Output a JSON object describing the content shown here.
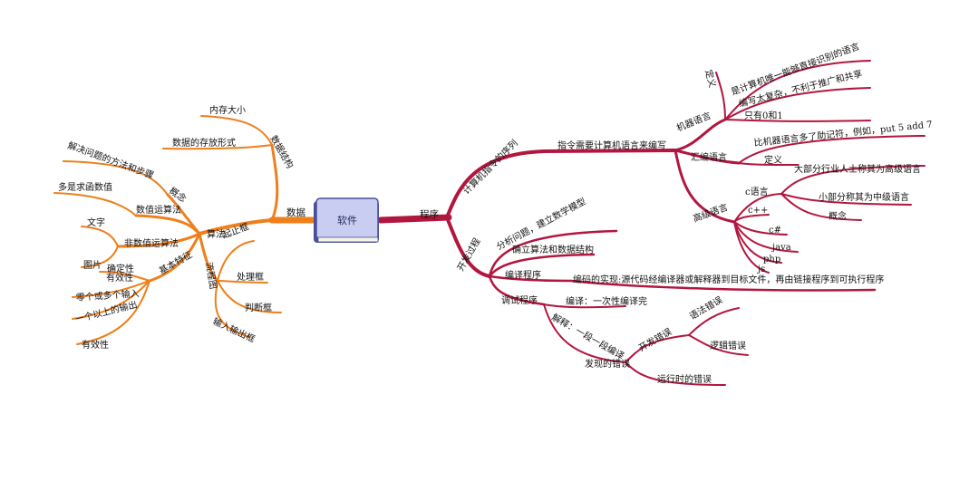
{
  "center": {
    "label": "软件"
  },
  "colors": {
    "right_branch": "#b2163f",
    "left_branch": "#ee7f1a",
    "book_cover": "#c9cdf2",
    "book_frame": "#4a4f9a"
  },
  "right": {
    "root": "程序",
    "definition": {
      "label": "计算机指令的序列",
      "sub": "指令需要计算机语言来编写",
      "machine": {
        "label": "机器语言",
        "def": "定义",
        "def_text": "是计算机唯一能够直接识别的语言",
        "drawback": "编写太复杂，不利于推广和共享",
        "only": "只有0和1"
      },
      "assembly": {
        "label": "汇编语言",
        "mnemonic": "比机器语言多了助记符，例如，put 5 add 7",
        "def": "定义"
      },
      "high": {
        "label": "高级语言",
        "c": "c语言",
        "c_a": "大部分行业人士称其为高级语言",
        "c_b": "小部分称其为中级语言",
        "concept": "概念",
        "langs": [
          "c++",
          "c#",
          "java",
          "php",
          "js"
        ]
      }
    },
    "dev": {
      "label": "开发过程",
      "analyze": "分析问题，建立数学模型",
      "algo": "确立算法和数据结构",
      "compile": "编译程序",
      "compile_text": "编码的实现:源代码经编译器或解释器到目标文件，再由链接程序到可执行程序",
      "debug": "调试程序",
      "debug_compile": "编译：一次性编译完",
      "interpret": "解释：一段一段编译",
      "found_errors": "发现的错误",
      "dev_errors": "开发错误",
      "syntax": "语法错误",
      "logic": "逻辑错误",
      "runtime": "运行时的错误"
    }
  },
  "left": {
    "data": {
      "label": "数据",
      "structure": {
        "label": "数据结构",
        "size": "内存大小",
        "form": "数据的存放形式"
      },
      "algorithm": {
        "label": "算法",
        "concept": {
          "label": "概念",
          "text": "解决问题的方法和步骤"
        },
        "numeric": {
          "label": "数值运算法",
          "text": "多是求函数值"
        },
        "non_numeric": {
          "label": "非数值运算法",
          "text_a": "文字",
          "text_b": "图片"
        },
        "features": {
          "label": "基本特征",
          "certainty": "确定性",
          "effective": "有效性",
          "inputs": "零个或多个输入",
          "outputs": "一个以上的输出",
          "validity": "有效性"
        },
        "flowchart": {
          "label": "流程图",
          "start": "起止框",
          "process": "处理框",
          "decision": "判断框",
          "io": "输入输出框"
        }
      }
    }
  }
}
